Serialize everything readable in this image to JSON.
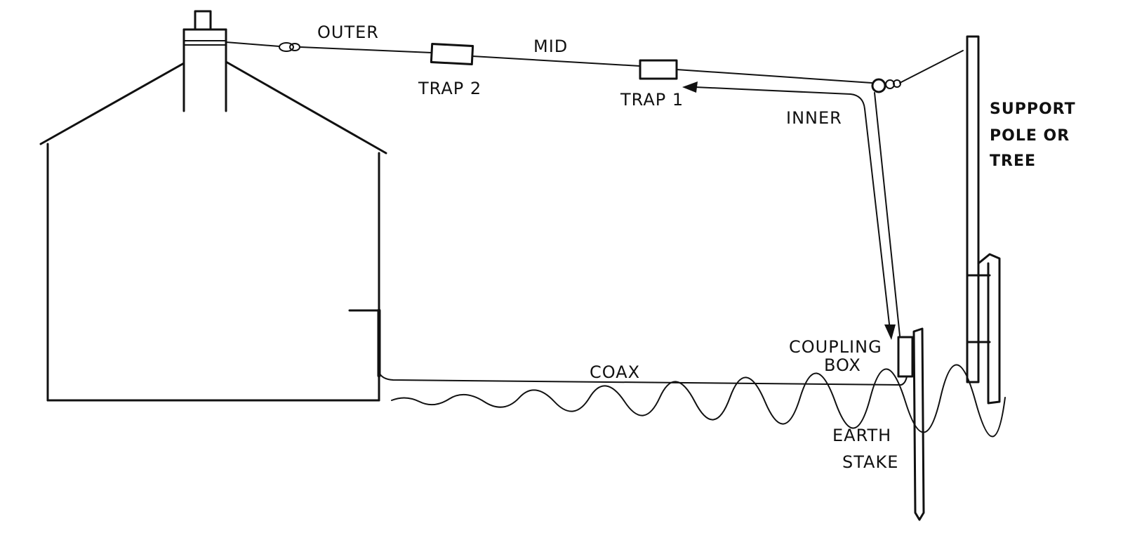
{
  "labels": {
    "outer": "OUTER",
    "mid": "MID",
    "trap2": "TRAP 2",
    "trap1": "TRAP 1",
    "inner": "INNER",
    "support_line1": "SUPPORT",
    "support_line2": "POLE OR",
    "support_line3": "TREE",
    "coupling_line1": "COUPLING",
    "coupling_line2": "BOX",
    "coax": "COAX",
    "earth_line1": "EARTH",
    "earth_line2": "STAKE"
  },
  "colors": {
    "ink": "#111111",
    "background": "#ffffff"
  }
}
